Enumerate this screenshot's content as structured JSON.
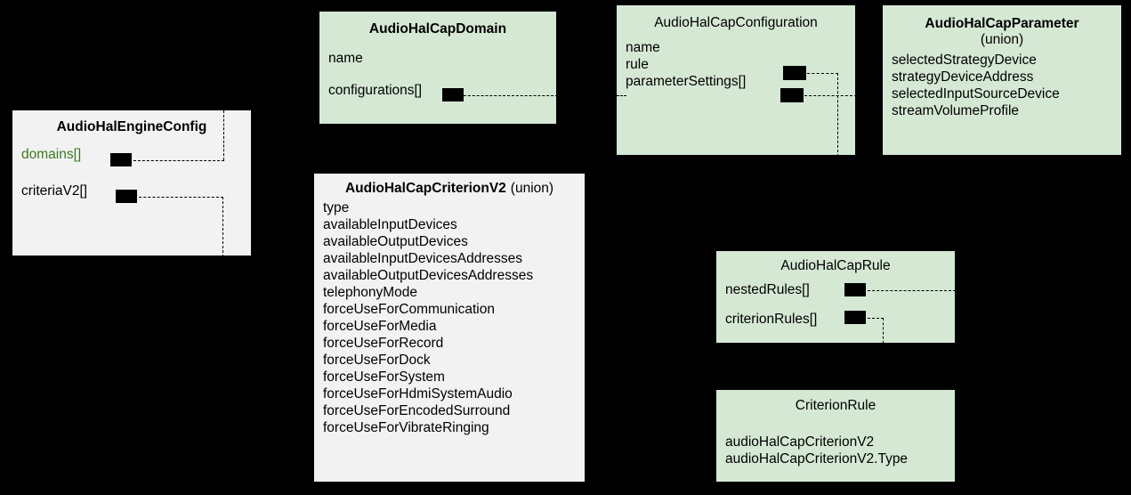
{
  "diagram": {
    "background_color": "#000000",
    "box_fill_green": "#d5e8d4",
    "box_fill_grey": "#f2f2f2",
    "accent_green_text": "#3b7a1f"
  },
  "boxes": {
    "engine_config": {
      "title": "AudioHalEngineConfig",
      "attrs": [
        {
          "label": "domains[]",
          "color": "green"
        },
        {
          "label": "criteriaV2[]",
          "color": "black"
        }
      ]
    },
    "cap_domain": {
      "title": "AudioHalCapDomain",
      "attrs": [
        {
          "label": "name"
        },
        {
          "label": "configurations[]"
        }
      ]
    },
    "cap_configuration": {
      "title": "AudioHalCapConfiguration",
      "attrs": [
        {
          "label": "name"
        },
        {
          "label": "rule"
        },
        {
          "label": "parameterSettings[]"
        }
      ]
    },
    "cap_parameter": {
      "title": "AudioHalCapParameter",
      "subtitle": "(union)",
      "attrs": [
        {
          "label": "selectedStrategyDevice"
        },
        {
          "label": "strategyDeviceAddress"
        },
        {
          "label": "selectedInputSourceDevice"
        },
        {
          "label": "streamVolumeProfile"
        }
      ]
    },
    "cap_criterion_v2": {
      "title": "AudioHalCapCriterionV2",
      "title_suffix": "(union)",
      "attrs": [
        {
          "label": "type"
        },
        {
          "label": "availableInputDevices"
        },
        {
          "label": "availableOutputDevices"
        },
        {
          "label": "availableInputDevicesAddresses"
        },
        {
          "label": "availableOutputDevicesAddresses"
        },
        {
          "label": "telephonyMode"
        },
        {
          "label": "forceUseForCommunication"
        },
        {
          "label": "forceUseForMedia"
        },
        {
          "label": "forceUseForRecord"
        },
        {
          "label": "forceUseForDock"
        },
        {
          "label": "forceUseForSystem"
        },
        {
          "label": "forceUseForHdmiSystemAudio"
        },
        {
          "label": "forceUseForEncodedSurround"
        },
        {
          "label": "forceUseForVibrateRinging"
        }
      ]
    },
    "cap_rule": {
      "title": "AudioHalCapRule",
      "attrs": [
        {
          "label": "nestedRules[]"
        },
        {
          "label": "criterionRules[]"
        }
      ]
    },
    "criterion_rule": {
      "title": "CriterionRule",
      "attrs": [
        {
          "label": "audioHalCapCriterionV2"
        },
        {
          "label": "audioHalCapCriterionV2.Type"
        }
      ]
    }
  }
}
